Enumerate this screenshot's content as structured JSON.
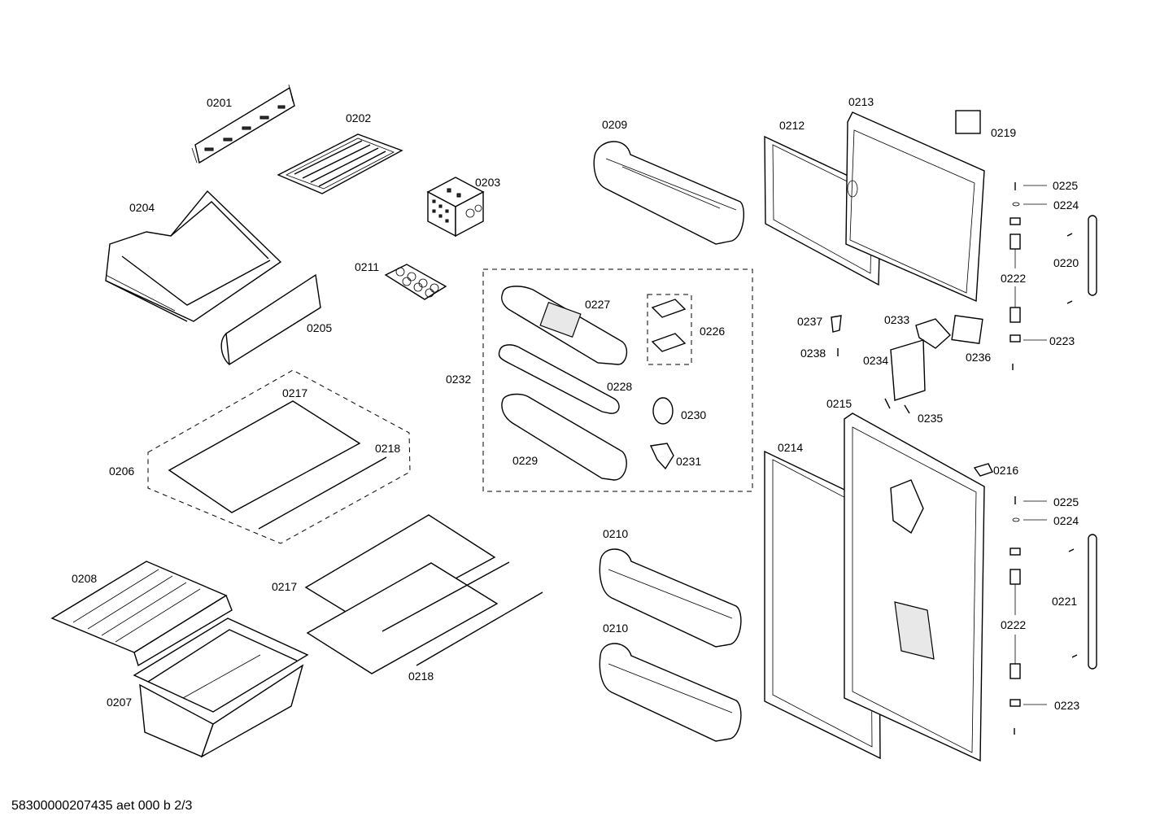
{
  "labels": {
    "p0201": "0201",
    "p0202": "0202",
    "p0203": "0203",
    "p0204": "0204",
    "p0205": "0205",
    "p0206": "0206",
    "p0207": "0207",
    "p0208": "0208",
    "p0209": "0209",
    "p0210a": "0210",
    "p0210b": "0210",
    "p0211": "0211",
    "p0212": "0212",
    "p0213": "0213",
    "p0214": "0214",
    "p0215": "0215",
    "p0216": "0216",
    "p0217a": "0217",
    "p0217b": "0217",
    "p0218a": "0218",
    "p0218b": "0218",
    "p0219": "0219",
    "p0220": "0220",
    "p0221": "0221",
    "p0222a": "0222",
    "p0222b": "0222",
    "p0223a": "0223",
    "p0223b": "0223",
    "p0224a": "0224",
    "p0224b": "0224",
    "p0225a": "0225",
    "p0225b": "0225",
    "p0226": "0226",
    "p0227": "0227",
    "p0228": "0228",
    "p0229": "0229",
    "p0230": "0230",
    "p0231": "0231",
    "p0232": "0232",
    "p0233": "0233",
    "p0234": "0234",
    "p0235": "0235",
    "p0236": "0236",
    "p0237": "0237",
    "p0238": "0238"
  },
  "footer": "58300000207435 aet 000 b 2/3"
}
